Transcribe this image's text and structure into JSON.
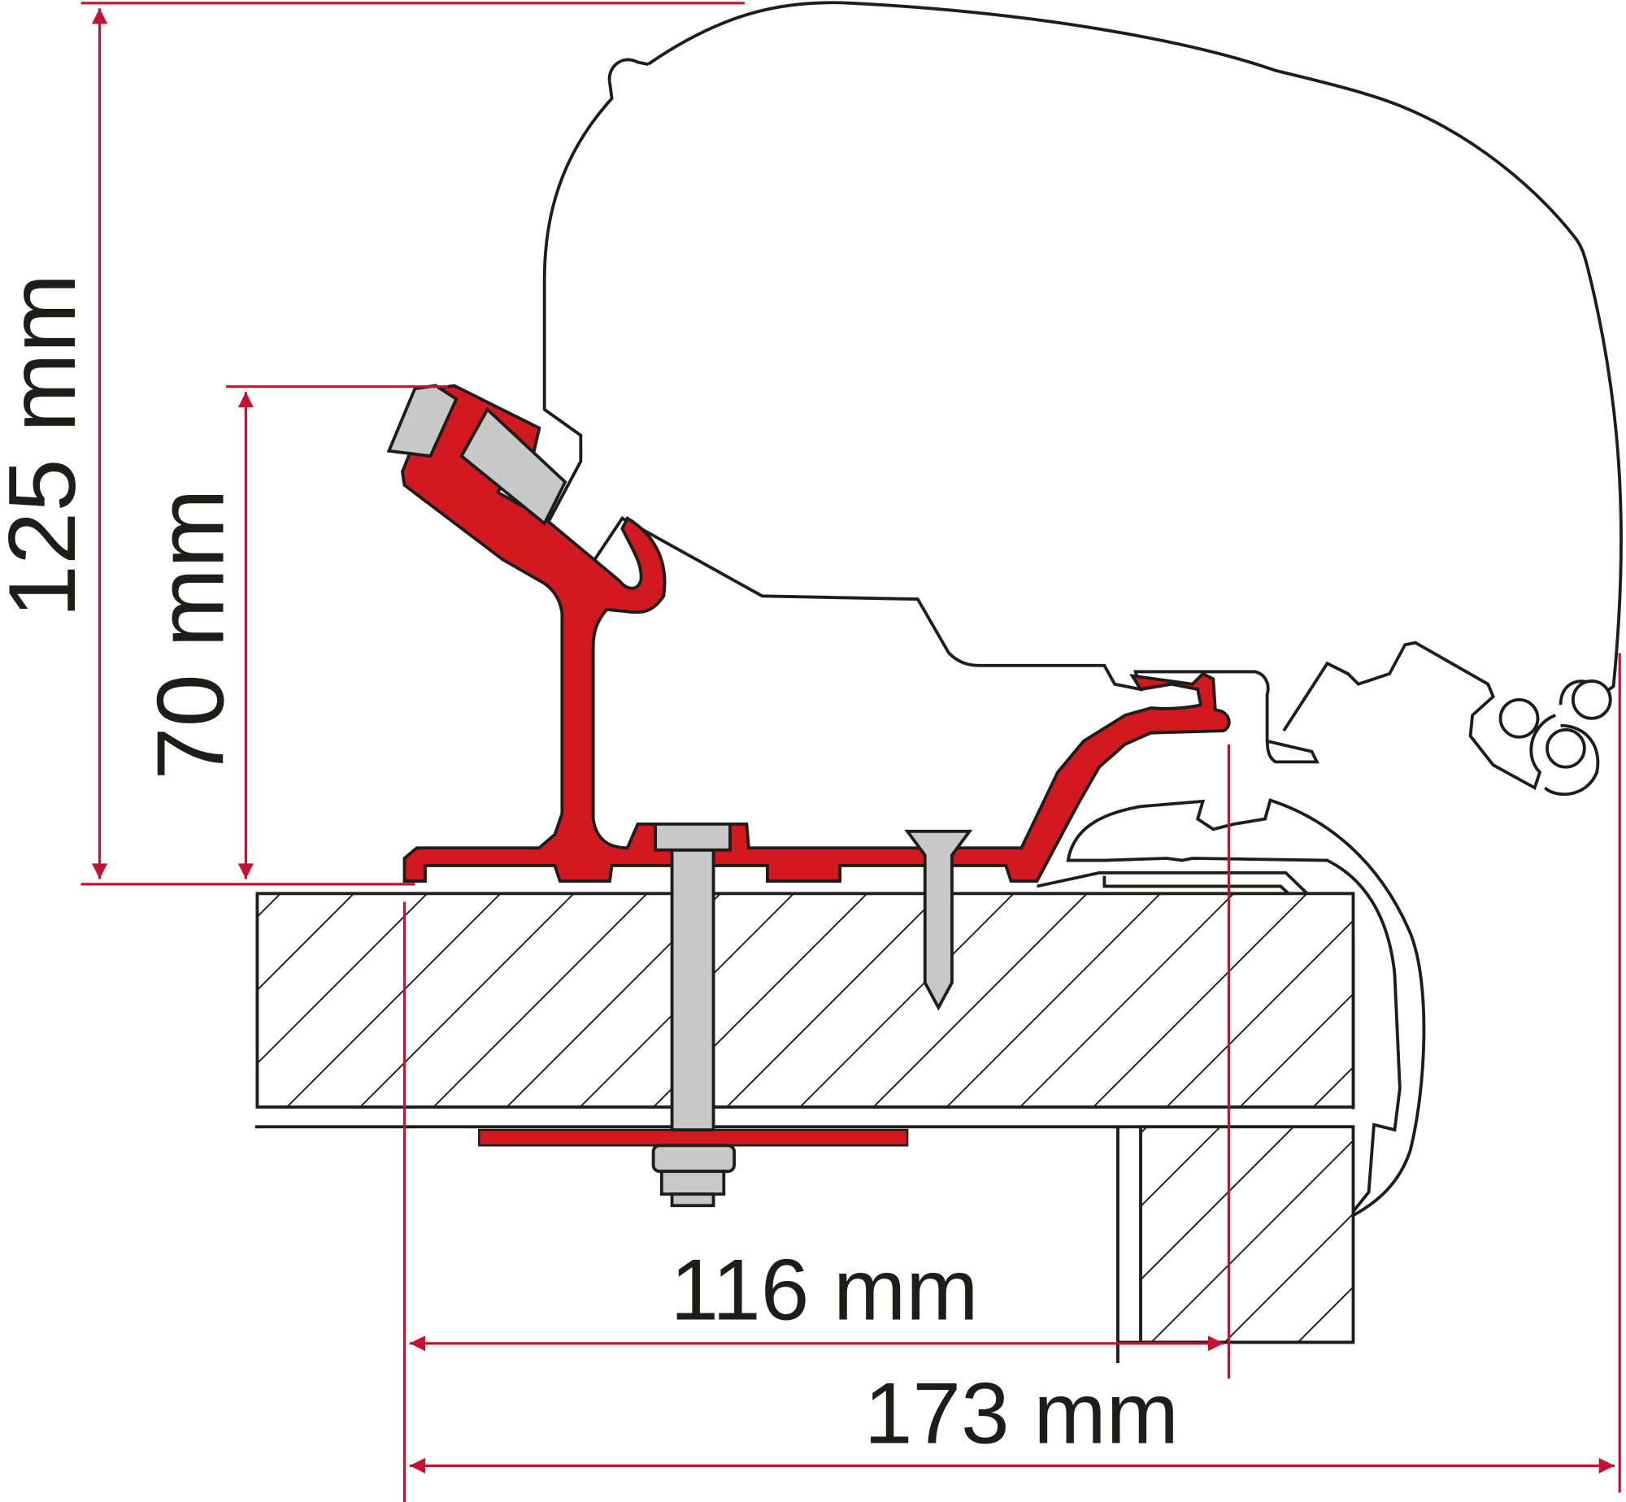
{
  "diagram": {
    "dimensions": {
      "total_height": "125 mm",
      "adapter_height": "70 mm",
      "inner_width": "116 mm",
      "total_width": "173 mm"
    },
    "colors": {
      "accent_red": "#d31920",
      "dimension_red": "#c4122f",
      "outline": "#1d1d1b",
      "metal_grey": "#c8c8c8"
    }
  }
}
